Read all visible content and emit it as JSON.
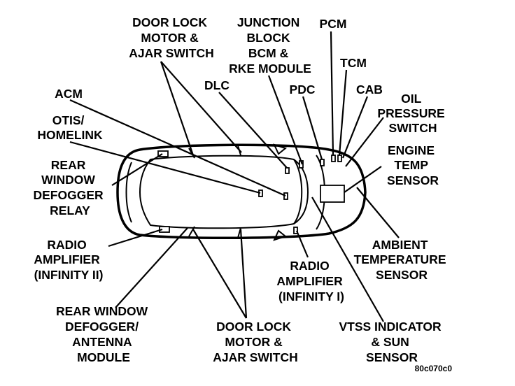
{
  "labels": {
    "door_lock_top": [
      "DOOR LOCK",
      "MOTOR &",
      "AJAR SWITCH"
    ],
    "junction_block": [
      "JUNCTION",
      "BLOCK",
      "BCM &",
      "RKE MODULE"
    ],
    "pcm": [
      "PCM"
    ],
    "tcm": [
      "TCM"
    ],
    "dlc": [
      "DLC"
    ],
    "pdc": [
      "PDC"
    ],
    "cab": [
      "CAB"
    ],
    "acm": [
      "ACM"
    ],
    "oil_pressure": [
      "OIL",
      "PRESSURE",
      "SWITCH"
    ],
    "otis_homelink": [
      "OTIS/",
      "HOMELINK"
    ],
    "engine_temp": [
      "ENGINE",
      "TEMP",
      "SENSOR"
    ],
    "rear_defogger_relay": [
      "REAR",
      "WINDOW",
      "DEFOGGER",
      "RELAY"
    ],
    "ambient_temp": [
      "AMBIENT",
      "TEMPERATURE",
      "SENSOR"
    ],
    "radio_amp_infinity2": [
      "RADIO",
      "AMPLIFIER",
      "(INFINITY II)"
    ],
    "radio_amp_infinity1": [
      "RADIO",
      "AMPLIFIER",
      "(INFINITY I)"
    ],
    "rear_defogger_antenna": [
      "REAR WINDOW",
      "DEFOGGER/",
      "ANTENNA",
      "MODULE"
    ],
    "door_lock_bottom": [
      "DOOR LOCK",
      "MOTOR &",
      "AJAR SWITCH"
    ],
    "vtss": [
      "VTSS INDICATOR",
      "& SUN",
      "SENSOR"
    ]
  },
  "figure_code": "80c070c0"
}
